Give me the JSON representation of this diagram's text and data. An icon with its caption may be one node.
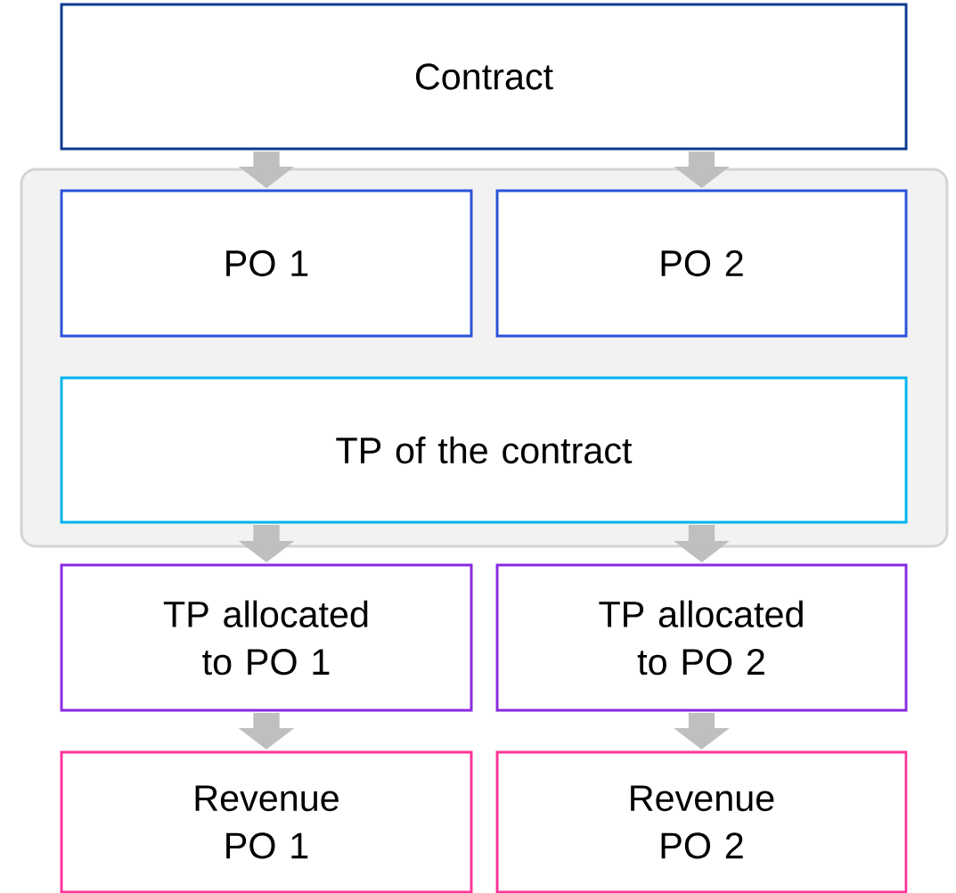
{
  "diagram": {
    "nodes": [
      {
        "text": [
          "Contract"
        ]
      },
      {
        "text": [],
        "shape": "box"
      },
      {
        "text": [
          "PO 1"
        ],
        "in": 1
      },
      {
        "text": [
          "PO 2"
        ],
        "in": 1
      },
      {
        "text": [
          "TP of the contract"
        ],
        "in": 1
      },
      {
        "text": [
          "TP allocated to PO 1"
        ]
      },
      {
        "text": [
          "TP allocated to PO 2"
        ]
      },
      {
        "text": [
          "Revenue PO 1"
        ]
      },
      {
        "text": [
          "Revenue PO 2"
        ]
      }
    ],
    "edges": [
      {
        "from": 0,
        "to": 2,
        "arrow": "to"
      },
      {
        "from": 0,
        "to": 3,
        "arrow": "to"
      },
      {
        "from": 4,
        "to": 5,
        "arrow": "to"
      },
      {
        "from": 4,
        "to": 6,
        "arrow": "to"
      },
      {
        "from": 5,
        "to": 7,
        "arrow": "to"
      },
      {
        "from": 6,
        "to": 8,
        "arrow": "to"
      }
    ]
  }
}
